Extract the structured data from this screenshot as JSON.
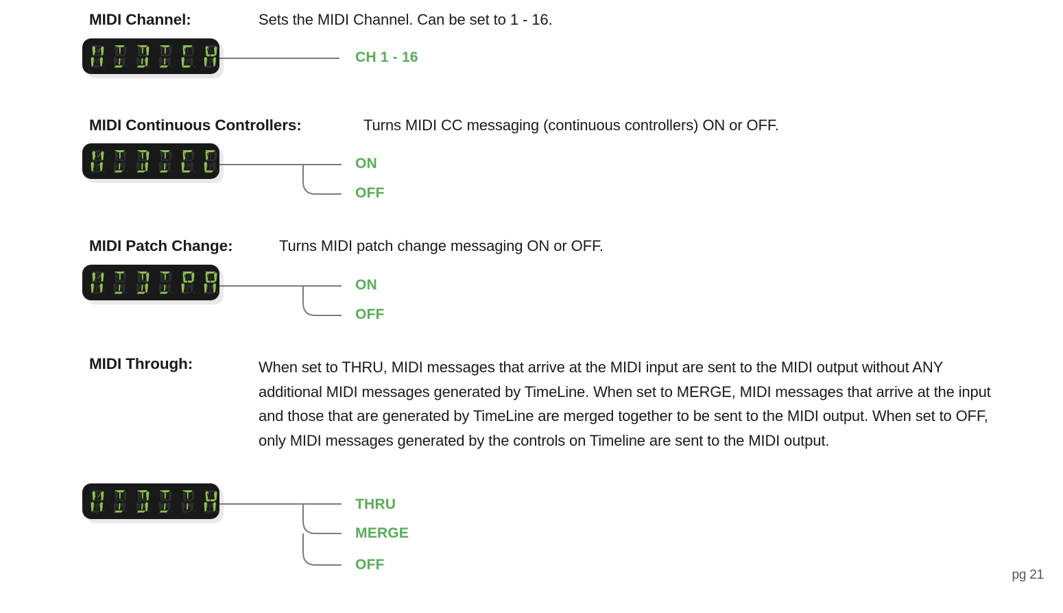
{
  "page": {
    "page_number_label": "pg 21",
    "accent_green": "#5cad5c",
    "led_on_color": "#8cc152",
    "led_off_color": "#2e2e2e",
    "led_panel_color": "#191919",
    "connector_color": "#7b7b7b"
  },
  "sections": [
    {
      "id": "midi-channel",
      "heading": "MIDI Channel:",
      "description": "Sets the MIDI Channel. Can be set to 1 - 16.",
      "display_text": "MIDICH",
      "options": [
        "CH 1 - 16"
      ]
    },
    {
      "id": "midi-continuous-controllers",
      "heading": "MIDI Continuous Controllers:",
      "description": "Turns MIDI CC messaging (continuous controllers) ON or OFF.",
      "display_text": "MIDICC",
      "options": [
        "ON",
        "OFF"
      ]
    },
    {
      "id": "midi-patch-change",
      "heading": "MIDI Patch Change:",
      "description": "Turns MIDI patch change messaging ON or OFF.",
      "display_text": "MIDIPA",
      "options": [
        "ON",
        "OFF"
      ]
    },
    {
      "id": "midi-through",
      "heading": "MIDI Through:",
      "description": "When set to THRU, MIDI messages that arrive at the MIDI input are sent to the MIDI output without ANY additional MIDI messages generated by TimeLine. When set to MERGE, MIDI messages that arrive at the input and those that are generated by TimeLine are merged together to be sent to the MIDI output. When set to OFF, only MIDI messages generated by the controls on Timeline are sent to the MIDI output.",
      "display_text": "MIDITH",
      "options": [
        "THRU",
        "MERGE",
        "OFF"
      ]
    }
  ]
}
